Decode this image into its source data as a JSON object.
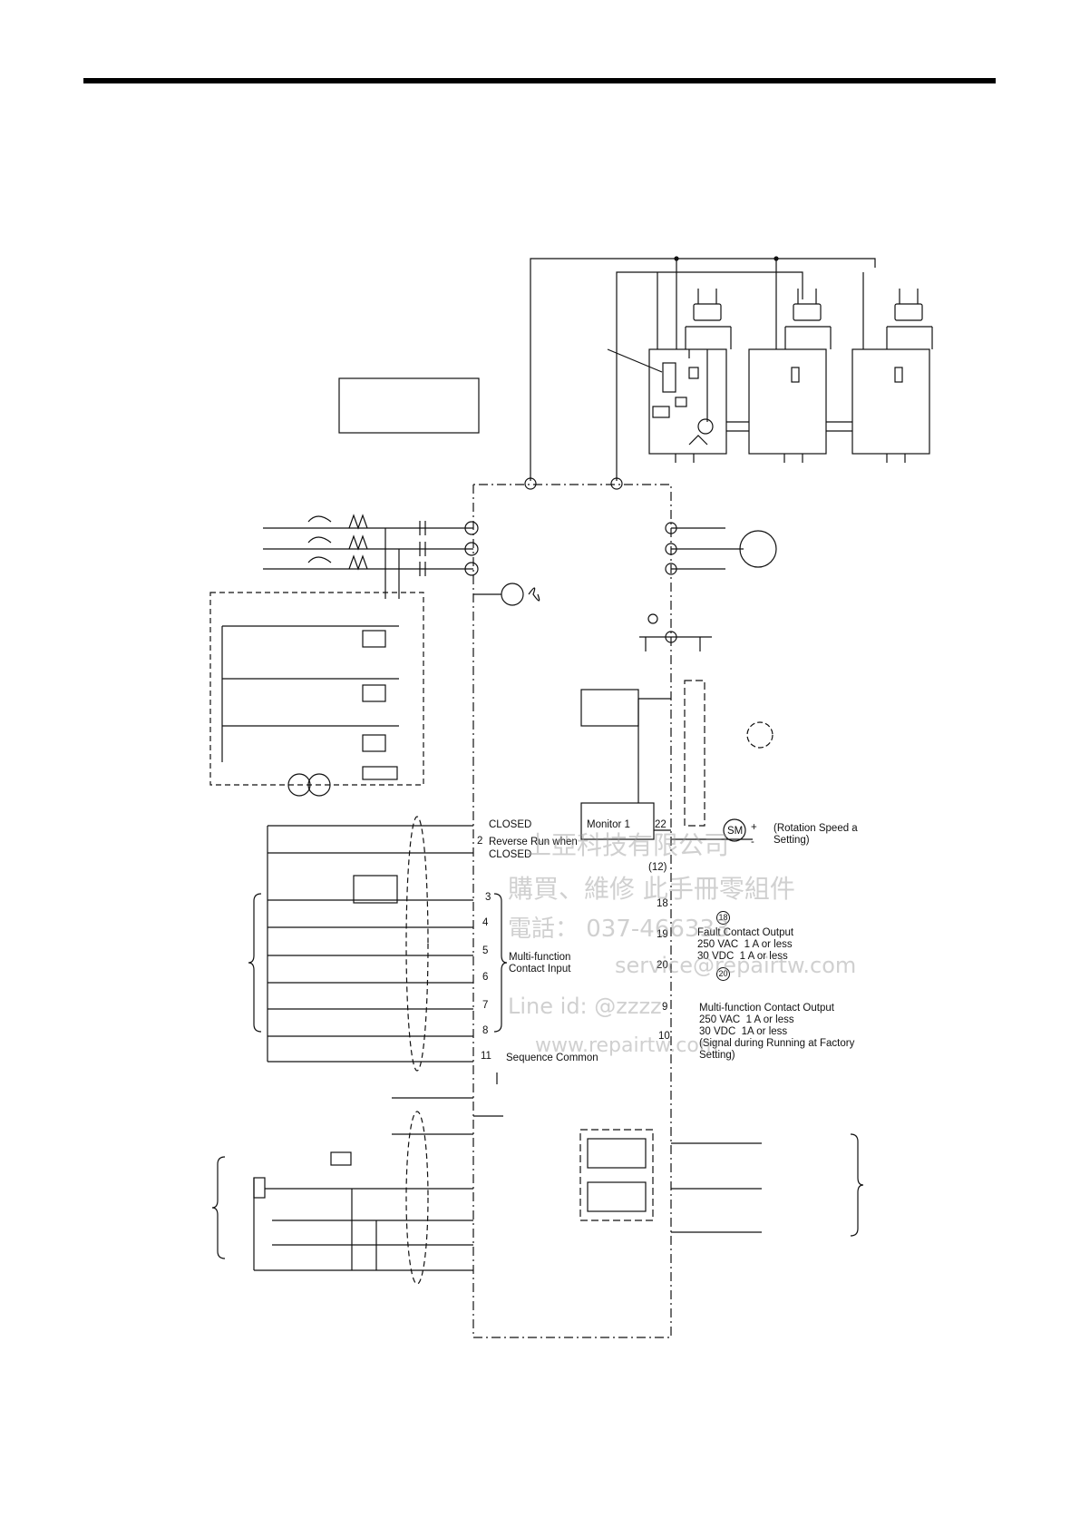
{
  "labels": {
    "closed_1": "CLOSED",
    "reverse_run": "Reverse Run when",
    "closed_2": "CLOSED",
    "multi_function_input": "Multi-function\nContact Input",
    "sequence_common": "Sequence Common",
    "monitor": "Monitor 1",
    "rotation_speed": "(Rotation Speed a\nSetting)",
    "sm": "SM",
    "fault_output": "Fault Contact Output\n250 VAC  1 A or less\n30 VDC  1 A or less",
    "multi_function_output": "Multi-function Contact Output\n250 VAC  1 A or less\n30 VDC  1A or less\n(Signal during Running at Factory\nSetting)"
  },
  "terminals": {
    "t2": "2",
    "t3": "3",
    "t4": "4",
    "t5": "5",
    "t6": "6",
    "t7": "7",
    "t8": "8",
    "t11": "11",
    "t22": "22",
    "t12": "(12)",
    "t18": "18",
    "t19": "19",
    "t20": "20",
    "t9": "9",
    "t10": "10",
    "c18": "18",
    "c20": "20",
    "plus": "+",
    "minus": "-"
  },
  "watermark": {
    "line1": "上亞科技有限公司",
    "line2": "購買、維修 此手冊零組件",
    "line3": "電話：   037-466333",
    "line4": "service@repairtw.com",
    "line5": "Line id:   @zzzz",
    "line6": "www.repairtw.com"
  }
}
